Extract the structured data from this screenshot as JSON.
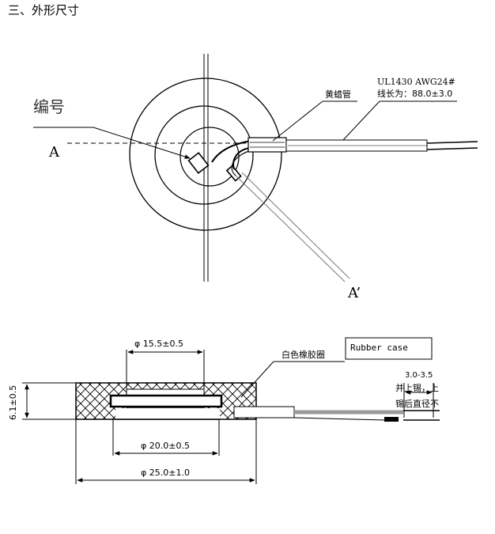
{
  "section_title": "三、外形尺寸",
  "top_view": {
    "label_number": "编号",
    "label_A": "A",
    "label_A_prime": "A’",
    "label_sleeve": "黄蜡管",
    "label_wire_spec": "UL1430 AWG24#",
    "label_wire_length": "线长为：88.0±3.0"
  },
  "section_view": {
    "dim_inner": "φ 15.5±0.5",
    "dim_mid": "φ 20.0±0.5",
    "dim_outer": "φ 25.0±1.0",
    "dim_height": "6.1±0.5",
    "label_rubber_cn": "白色橡胶圈",
    "label_rubber_en": "Rubber case",
    "dim_tin": "3.0-3.5",
    "note_tin_line1": "并上锡，上",
    "note_tin_line2": "锡后直径不"
  },
  "colors": {
    "line": "#000000",
    "wire_gray": "#9a9a9a",
    "leader_gray": "#777777"
  }
}
